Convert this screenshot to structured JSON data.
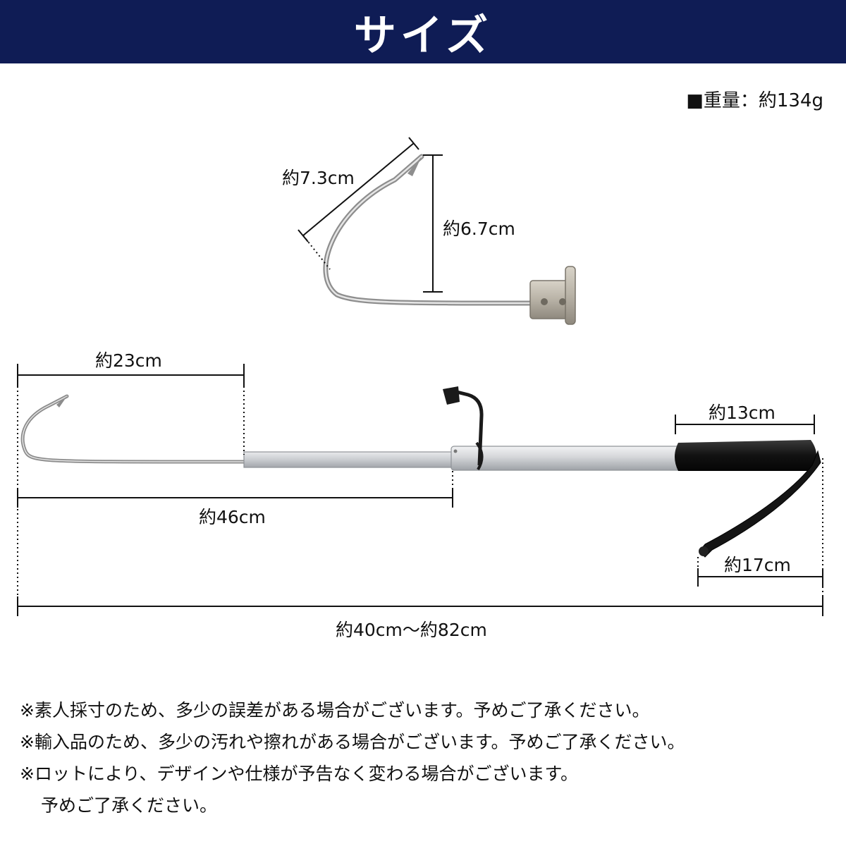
{
  "header": {
    "title": "サイズ"
  },
  "weight": {
    "label": "■重量：約134g"
  },
  "dimensions": {
    "hook_length": "約7.3cm",
    "hook_height": "約6.7cm",
    "hook_reach": "約23cm",
    "collapsed_length": "約46cm",
    "grip_length": "約13cm",
    "strap_length": "約17cm",
    "total_length": "約40cm〜約82cm"
  },
  "notes": [
    "※素人採寸のため、多少の誤差がある場合がございます。予めご了承ください。",
    "※輸入品のため、多少の汚れや擦れがある場合がございます。予めご了承ください。",
    "※ロットにより、デザインや仕様が予告なく変わる場合がございます。",
    "予めご了承ください。"
  ],
  "colors": {
    "header_bg": "#0f1c55",
    "steel": "#9a9a9a",
    "aluminum": "#d3d5d8",
    "grip": "#111111"
  }
}
